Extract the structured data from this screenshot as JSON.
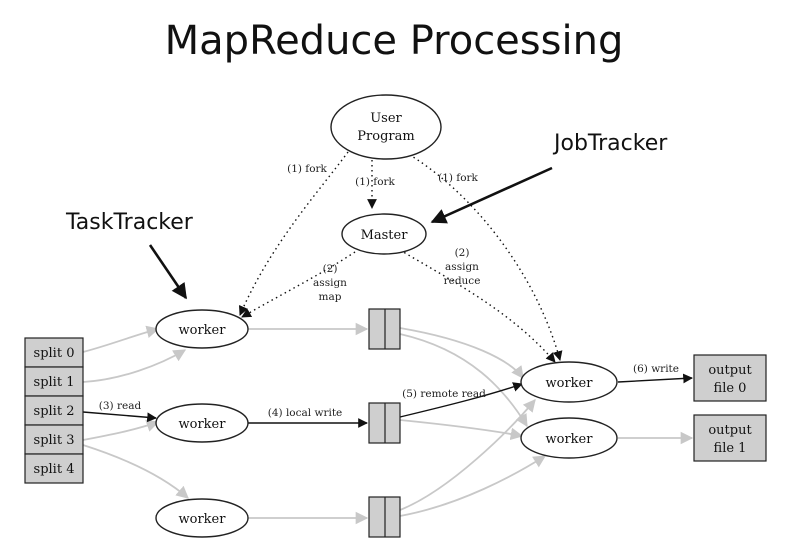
{
  "title": "MapReduce Processing",
  "nodes": {
    "user_program_line1": "User",
    "user_program_line2": "Program",
    "master": "Master",
    "worker": "worker"
  },
  "splits": [
    "split 0",
    "split 1",
    "split 2",
    "split 3",
    "split 4"
  ],
  "outputs": [
    {
      "line1": "output",
      "line2": "file 0"
    },
    {
      "line1": "output",
      "line2": "file 1"
    }
  ],
  "edge_labels": {
    "fork": "(1) fork",
    "assign_num": "(2)",
    "assign": "assign",
    "map": "map",
    "reduce": "reduce",
    "read": "(3) read",
    "local_write": "(4) local write",
    "remote_read": "(5) remote read",
    "write": "(6) write"
  },
  "annotations": {
    "jobtracker": "JobTracker",
    "tasktracker": "TaskTracker"
  },
  "colors": {
    "box_fill": "#cfcfcf",
    "light_edge": "#c8c8c8",
    "dark_edge": "#111111"
  }
}
